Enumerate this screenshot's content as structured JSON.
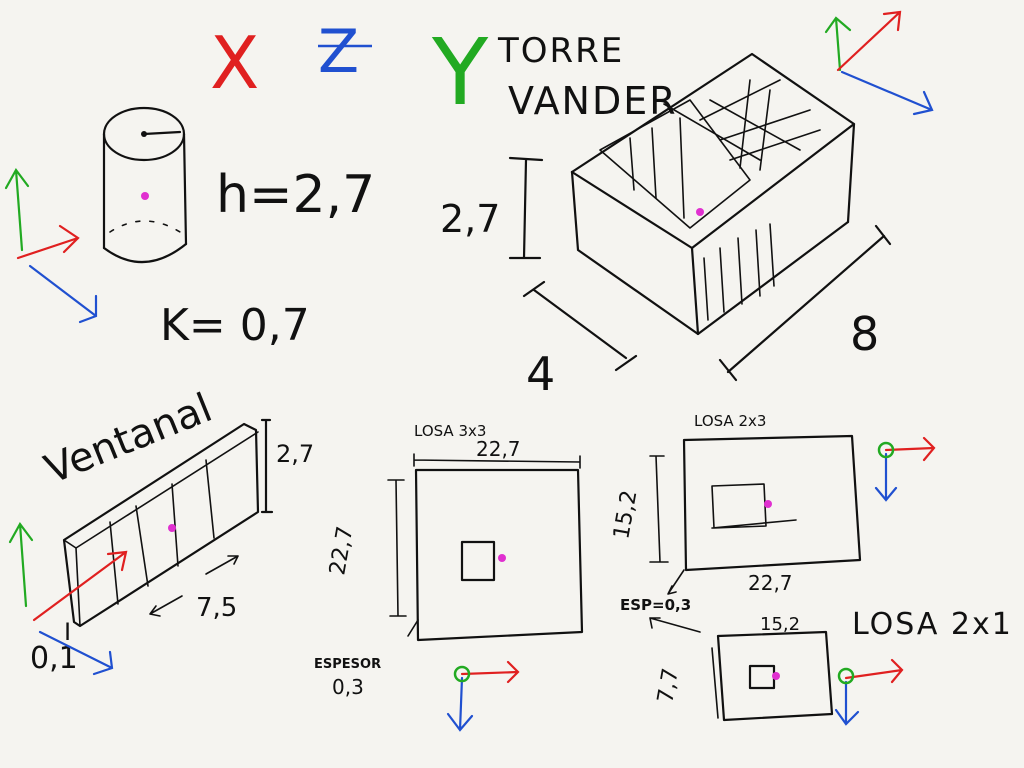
{
  "header": {
    "axis_x": "X",
    "axis_z": "Z",
    "axis_y": "Y",
    "title_line1": "TORRE",
    "title_line2": "VANDER"
  },
  "cylinder": {
    "height": "h=2,7",
    "k": "K= 0,7"
  },
  "tower": {
    "height": "2,7",
    "depth": "4",
    "width": "8"
  },
  "window": {
    "label": "Ventanal",
    "height": "2,7",
    "length": "7,5",
    "depth_mark": "I",
    "thickness": "0,1"
  },
  "slab_3x3": {
    "title": "LOSA 3x3",
    "width": "22,7",
    "height": "22,7",
    "thickness_label": "ESPESOR",
    "thickness_value": "0,3"
  },
  "slab_2x3": {
    "title": "LOSA 2x3",
    "height": "15,2",
    "width": "22,7",
    "thickness": "ESP=0,3"
  },
  "slab_2x1": {
    "title": "LOSA 2x1",
    "width": "15,2",
    "height": "7,7"
  },
  "colors": {
    "x_axis": "#e02020",
    "y_axis": "#22aa22",
    "z_axis": "#2050d0",
    "pivot": "#e030d0",
    "ink": "#111111"
  }
}
